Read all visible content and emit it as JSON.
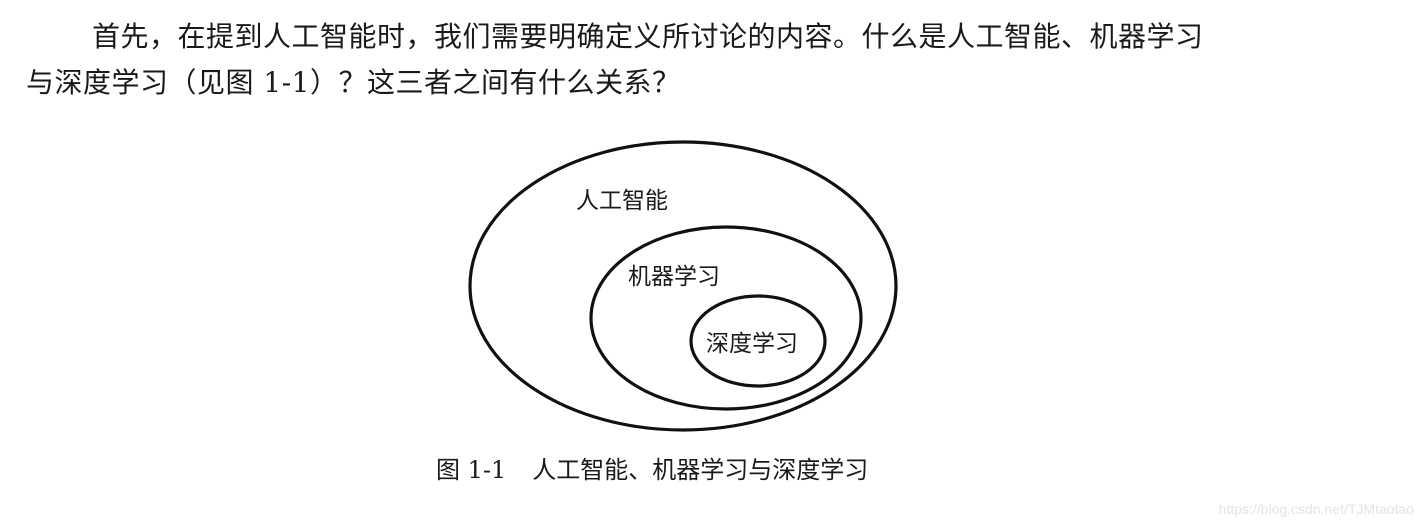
{
  "paragraph": {
    "line1": "首先，在提到人工智能时，我们需要明确定义所讨论的内容。什么是人工智能、机器学习",
    "line2": "与深度学习（见图 1-1）？这三者之间有什么关系？"
  },
  "diagram": {
    "type": "nested-venn",
    "sets": [
      {
        "id": "ai",
        "label": "人工智能",
        "level": 0
      },
      {
        "id": "ml",
        "label": "机器学习",
        "level": 1,
        "parent": "ai"
      },
      {
        "id": "dl",
        "label": "深度学习",
        "level": 2,
        "parent": "ml"
      }
    ],
    "stroke_color": "#111111"
  },
  "caption": {
    "figure_number": "图 1-1",
    "text": "人工智能、机器学习与深度学习"
  },
  "watermark": "https://blog.csdn.net/TJMtaotao"
}
